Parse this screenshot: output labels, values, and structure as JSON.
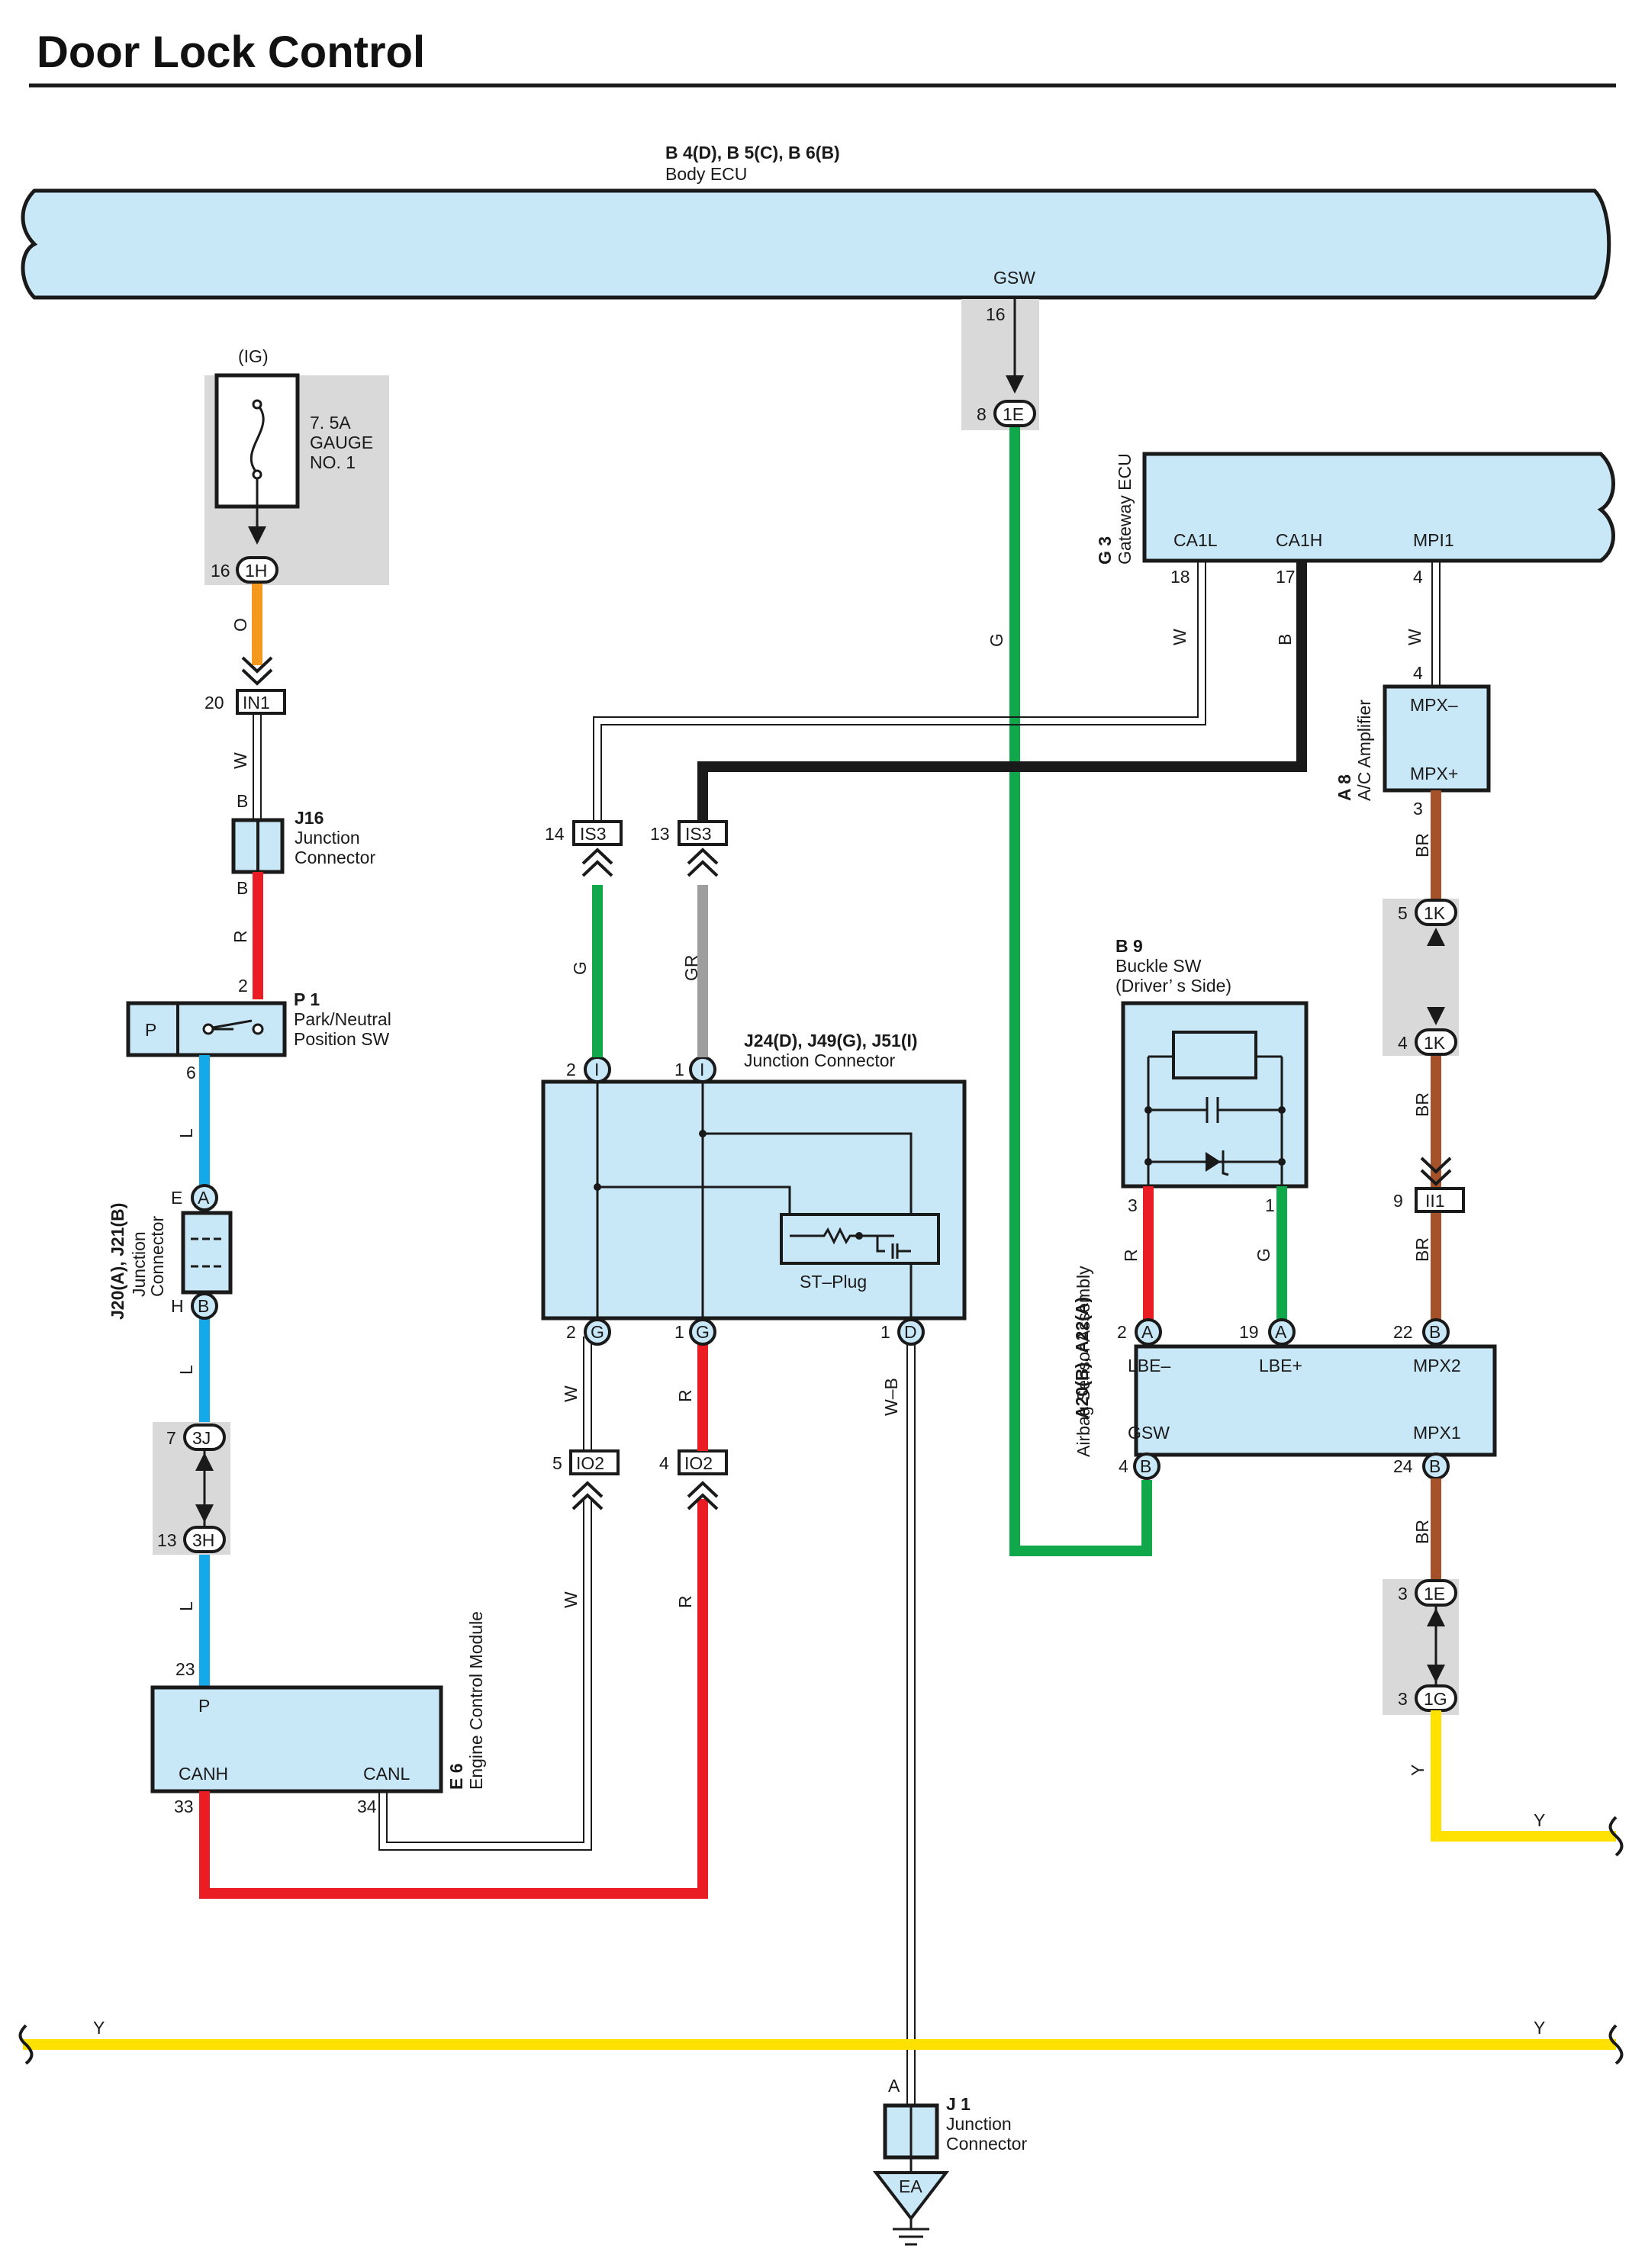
{
  "title": "Door Lock Control",
  "components": {
    "body_ecu": {
      "code": "B 4(D), B 5(C), B 6(B)",
      "name": "Body ECU",
      "terminal": "GSW"
    },
    "fuse": {
      "supply": "(IG)",
      "rating": "7. 5A",
      "name_line1": "GAUGE",
      "name_line2": "NO. 1"
    },
    "gateway": {
      "code": "G 3",
      "name": "Gateway ECU",
      "t1": "CA1L",
      "t2": "CA1H",
      "t3": "MPI1"
    },
    "ac_amp": {
      "code": "A 8",
      "name": "A/C Amplifier",
      "t1": "MPX–",
      "t2": "MPX+"
    },
    "j16": {
      "code": "J16",
      "name_line1": "Junction",
      "name_line2": "Connector"
    },
    "p1": {
      "code": "P 1",
      "name_line1": "Park/Neutral",
      "name_line2": "Position SW",
      "letter": "P"
    },
    "j20": {
      "code": "J20(A), J21(B)",
      "name_line1": "Junction",
      "name_line2": "Connector"
    },
    "jc": {
      "code": "J24(D), J49(G), J51(I)",
      "name": "Junction Connector",
      "stplug": "ST–Plug"
    },
    "buckle": {
      "code": "B 9",
      "name_line1": "Buckle SW",
      "name_line2": "(Driver’ s Side)"
    },
    "airbag": {
      "code": "A20(B), A22(A)",
      "name": "Airbag Sensor Assembly",
      "t1": "LBE–",
      "t2": "LBE+",
      "t3": "MPX2",
      "t4": "GSW",
      "t5": "MPX1"
    },
    "ecm": {
      "code": "E 6",
      "name": "Engine Control Module",
      "t1": "P",
      "t2": "CANH",
      "t3": "CANL"
    },
    "j1": {
      "code": "J 1",
      "name_line1": "Junction",
      "name_line2": "Connector",
      "ground": "EA",
      "pin": "A"
    }
  },
  "connectors": {
    "c1H": "1H",
    "c1E": "1E",
    "cIN1": "IN1",
    "cIS3": "IS3",
    "cIO2": "IO2",
    "cII1": "II1",
    "c1K": "1K",
    "c3J": "3J",
    "c3H": "3H",
    "c1G": "1G",
    "pA": "A",
    "pB": "B",
    "pI": "I",
    "pG": "G",
    "pD": "D"
  },
  "pins": {
    "p16a": "16",
    "p16b": "16",
    "p8": "8",
    "p20": "20",
    "p18": "18",
    "p17": "17",
    "p4a": "4",
    "p4b": "4",
    "p14": "14",
    "p13": "13",
    "p3a": "3",
    "p5": "5",
    "p4c": "4",
    "p2a": "2",
    "p6": "6",
    "p2b": "2",
    "p1a": "1",
    "p9": "9",
    "p3b": "3",
    "p1b": "1",
    "p2c": "2",
    "p1c": "1",
    "p1d": "1",
    "p2d": "2",
    "p19": "19",
    "p22": "22",
    "p5b": "5",
    "p4d": "4",
    "p4e": "4",
    "p24": "24",
    "p7": "7",
    "p13b": "13",
    "p3c": "3",
    "p3d": "3",
    "p23": "23",
    "p33": "33",
    "p34": "34",
    "pE": "E",
    "pH": "H",
    "pB1": "B",
    "pB2": "B"
  },
  "wire_colors": {
    "O": "O",
    "W": "W",
    "B": "B",
    "R": "R",
    "G": "G",
    "GR": "GR",
    "L": "L",
    "BR": "BR",
    "Y": "Y",
    "WB": "W–B"
  },
  "colors": {
    "orange": "#f39a1e",
    "red": "#ea1d24",
    "blue": "#16a9e9",
    "green": "#10a84b",
    "gray": "#9e9e9e",
    "brown": "#a5522a",
    "yellow": "#ffe100",
    "black": "#1a1a1a",
    "box": "#c9e8f7",
    "shade": "#d9d9d9"
  }
}
